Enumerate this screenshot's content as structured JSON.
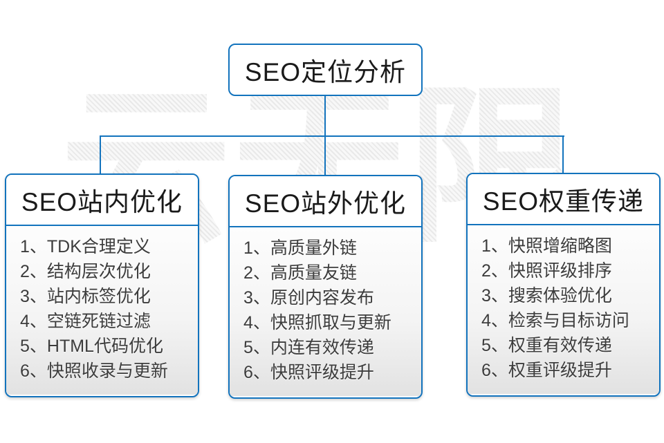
{
  "watermark": {
    "text": "云无限"
  },
  "root": {
    "title": "SEO定位分析"
  },
  "columns": [
    {
      "title": "SEO站内优化",
      "items": [
        "1、TDK合理定义",
        "2、结构层次优化",
        "3、站内标签优化",
        "4、空链死链过滤",
        "5、HTML代码优化",
        "6、快照收录与更新"
      ]
    },
    {
      "title": "SEO站外优化",
      "items": [
        "1、高质量外链",
        "2、高质量友链",
        "3、原创内容发布",
        "4、快照抓取与更新",
        "5、内连有效传递",
        "6、快照评级提升"
      ]
    },
    {
      "title": "SEO权重传递",
      "items": [
        "1、快照增缩略图",
        "2、快照评级排序",
        "3、搜索体验优化",
        "4、检索与目标访问",
        "5、权重有效传递",
        "6、权重评级提升"
      ]
    }
  ],
  "colors": {
    "connector_blue": "#1273bd",
    "header_text": "#1a1a1a",
    "item_text": "#3c3c3c",
    "panel_gradient_bottom": "#e2e2e2",
    "watermark_gray": "#ededed"
  }
}
